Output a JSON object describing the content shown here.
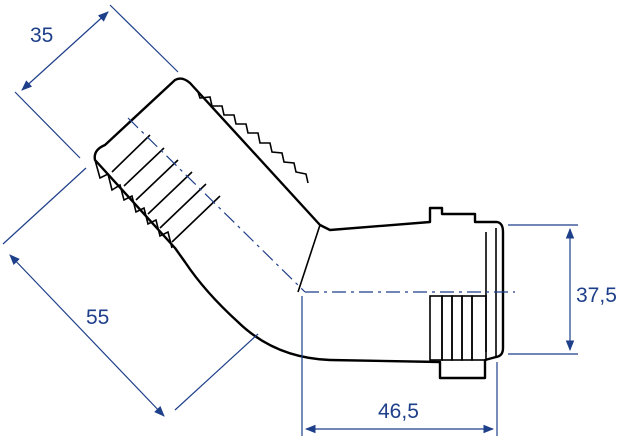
{
  "dimensions": {
    "hose_diameter": "35",
    "hose_length": "55",
    "thread_length": "46,5",
    "thread_diameter": "37,5"
  },
  "colors": {
    "dimension": "#1e3f8a",
    "outline": "#000000",
    "fill": "#ffffff"
  }
}
